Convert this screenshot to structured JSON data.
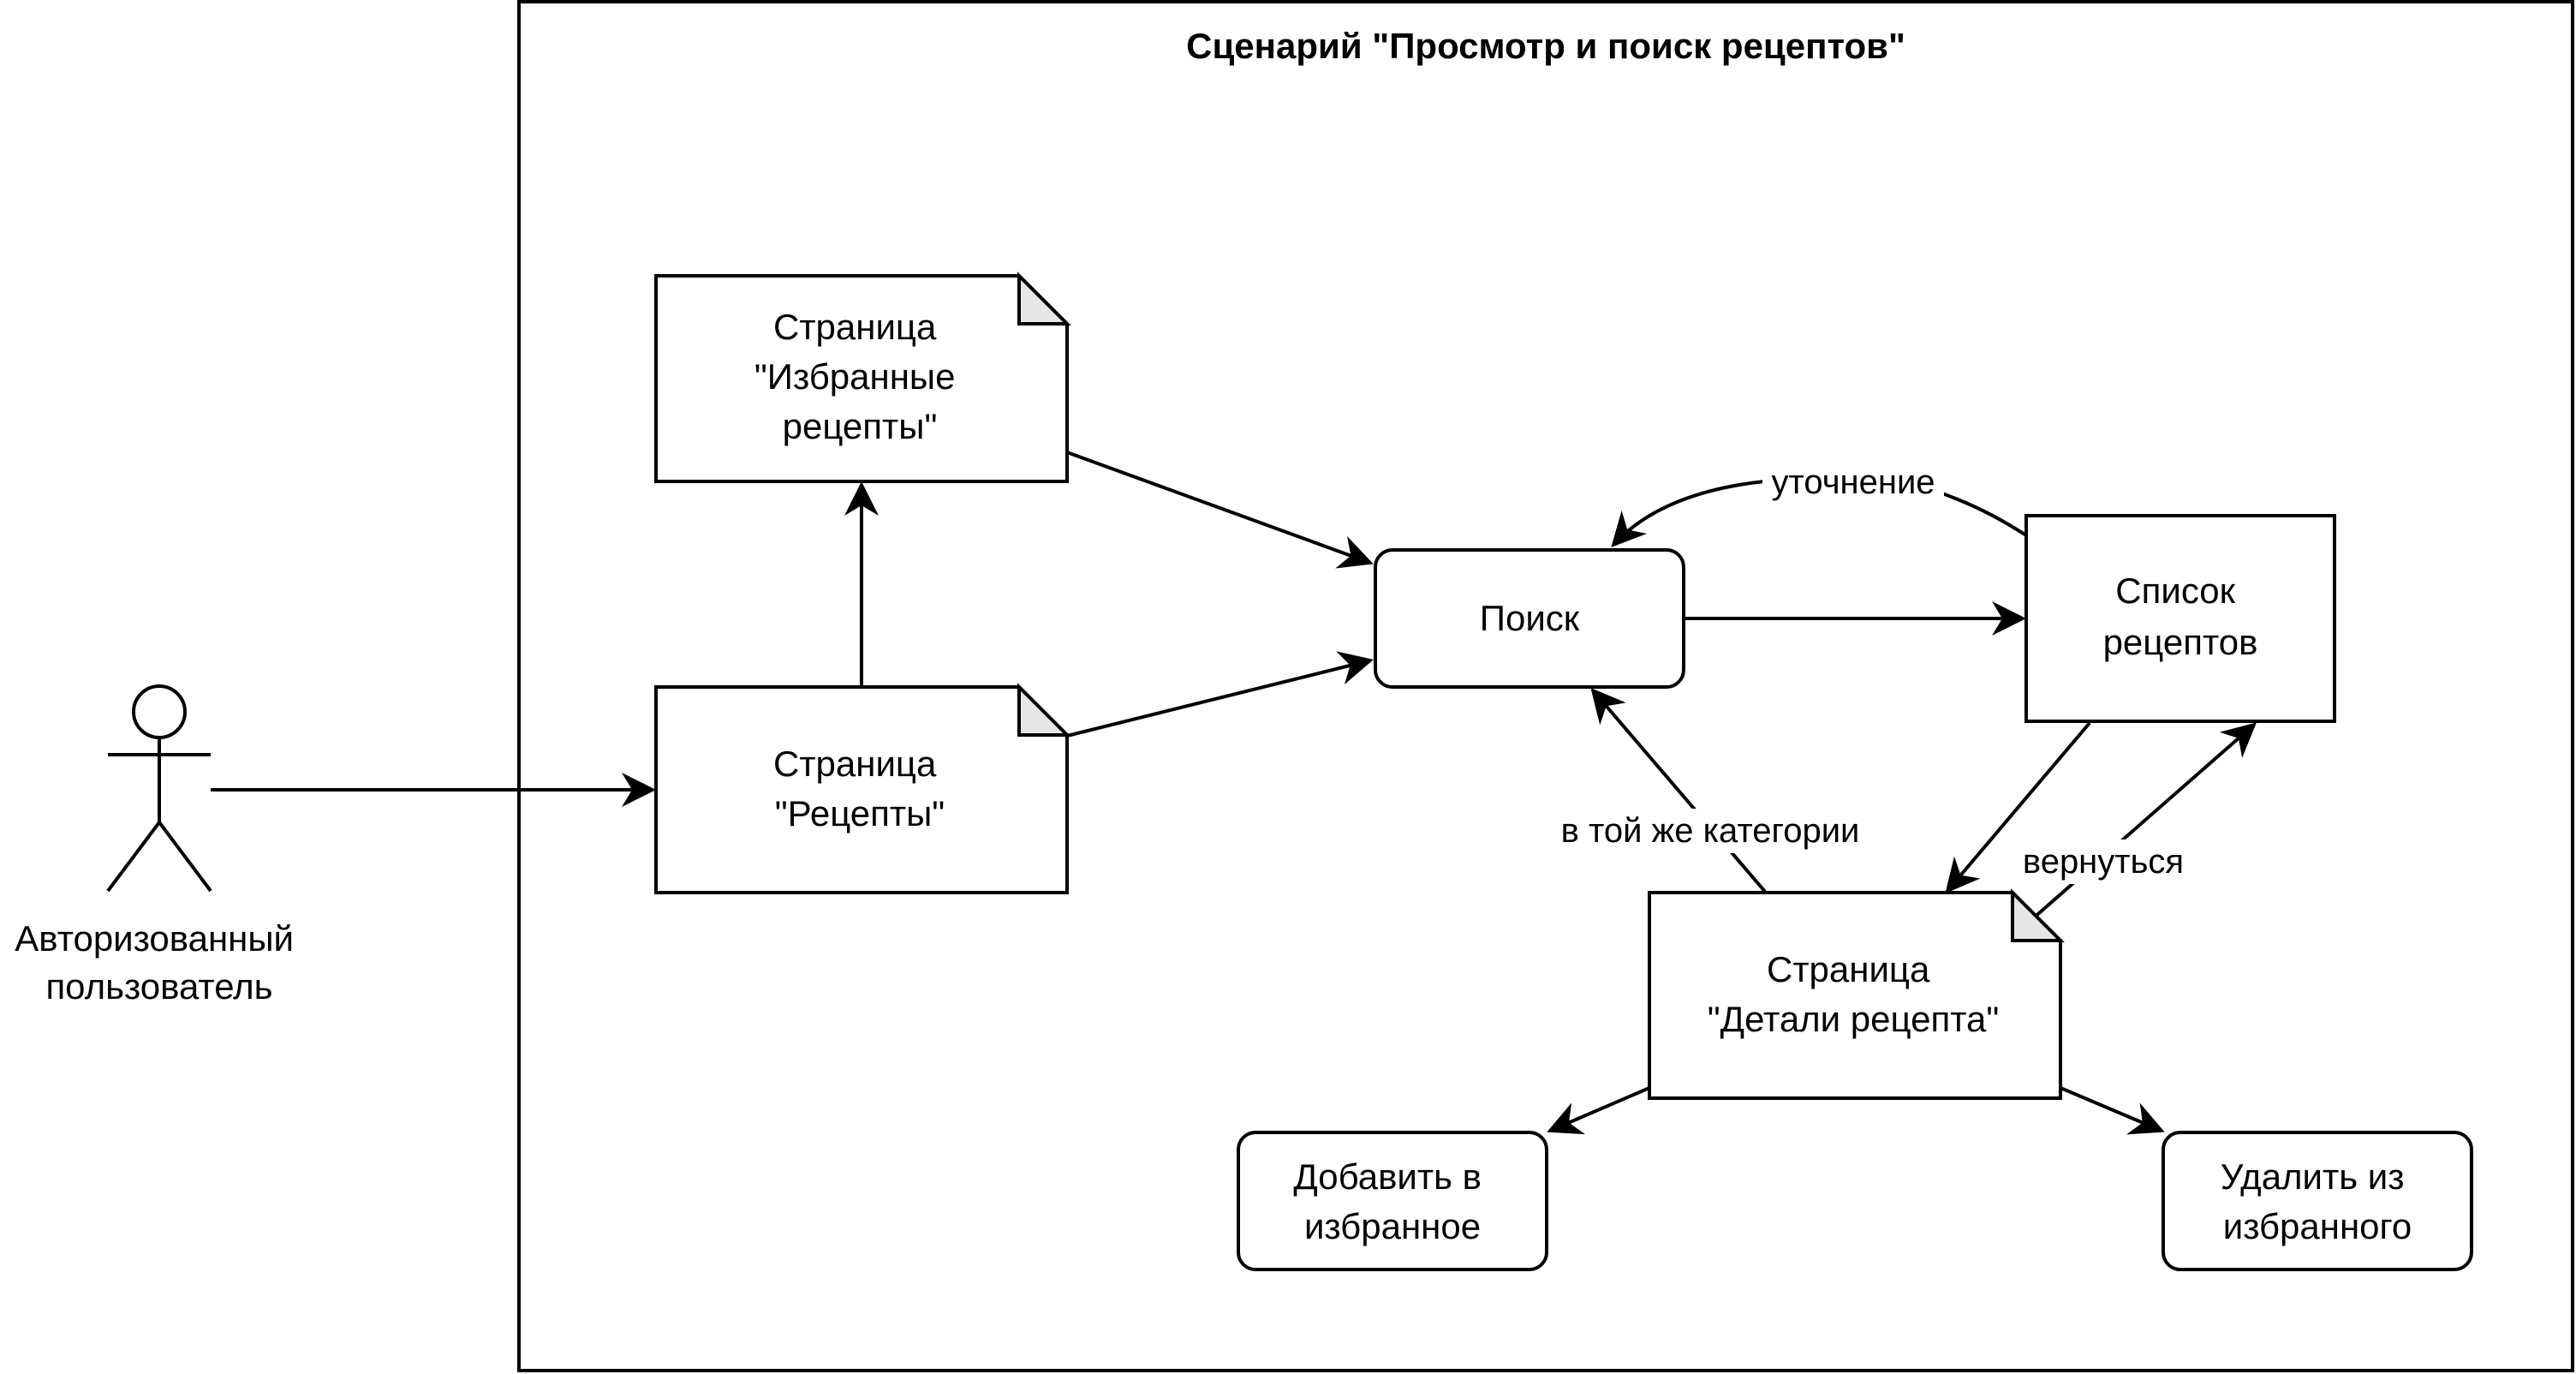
{
  "title": "Сценарий \"Просмотр и поиск рецептов\"",
  "actor": {
    "label_line1": "Авторизованный",
    "label_line2": "пользователь"
  },
  "nodes": {
    "favorites_page": {
      "line1": "Страница",
      "line2": "\"Избранные",
      "line3": "рецепты\""
    },
    "recipes_page": {
      "line1": "Страница",
      "line2": "\"Рецепты\""
    },
    "search": {
      "line1": "Поиск"
    },
    "recipe_list": {
      "line1": "Список",
      "line2": "рецептов"
    },
    "details_page": {
      "line1": "Страница",
      "line2": "\"Детали рецепта\""
    },
    "add_favorite": {
      "line1": "Добавить в",
      "line2": "избранное"
    },
    "remove_favorite": {
      "line1": "Удалить из",
      "line2": "избранного"
    }
  },
  "edge_labels": {
    "refine": "уточнение",
    "same_category": "в той же категории",
    "back": "вернуться"
  }
}
